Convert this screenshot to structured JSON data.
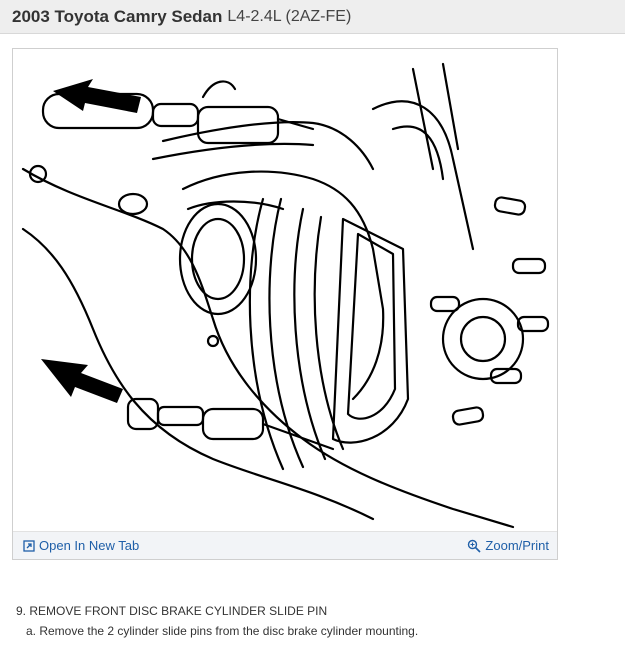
{
  "header": {
    "vehicle": "2003 Toyota Camry Sedan",
    "engine": "L4-2.4L (2AZ-FE)"
  },
  "figure": {
    "open_in_new_tab_label": "Open In New Tab",
    "zoom_label": "Zoom/Print",
    "colors": {
      "link": "#1f5fa8",
      "footer_bg": "#f2f4f7"
    }
  },
  "instructions": {
    "step": "9. REMOVE FRONT DISC BRAKE CYLINDER SLIDE PIN",
    "substep": "a. Remove the 2 cylinder slide pins from the disc brake cylinder mounting."
  }
}
